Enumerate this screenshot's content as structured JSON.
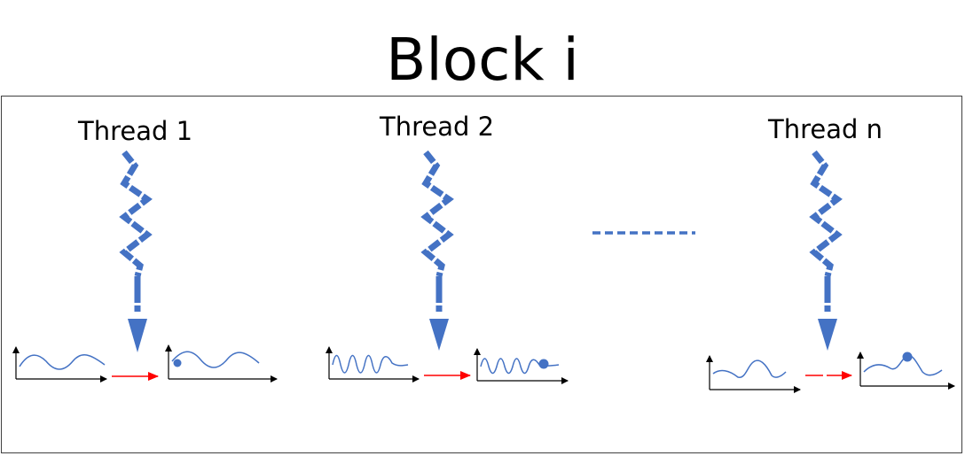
{
  "diagram": {
    "title": "Block i",
    "threads": [
      {
        "label": "Thread 1"
      },
      {
        "label": "Thread 2"
      },
      {
        "label": "Thread n"
      }
    ],
    "colors": {
      "thread_arrow": "#4472C4",
      "signal": "#4472C4",
      "transition_arrow": "#FF0000",
      "axis": "#000000",
      "frame": "#404040"
    }
  }
}
